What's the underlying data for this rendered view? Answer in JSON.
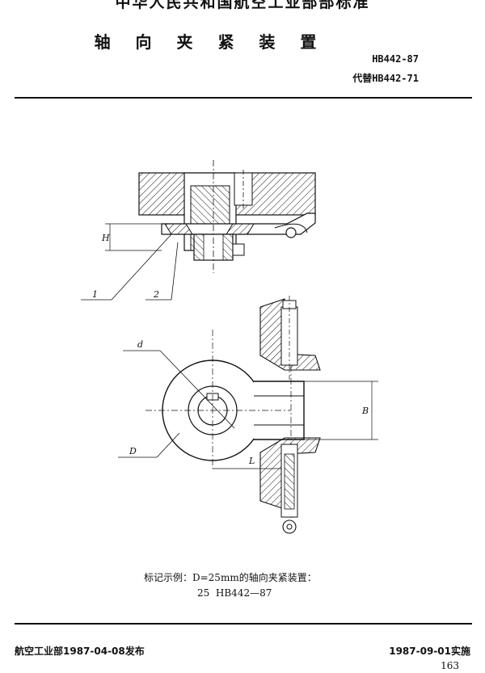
{
  "header": {
    "organization": "中华人民共和国航空工业部部标准",
    "title": "轴 向 夹 紧 装 置",
    "standard_no": "HB442-87",
    "replaces": "代替HB442-71"
  },
  "drawing": {
    "part_labels": [
      "1",
      "2"
    ],
    "dimension_labels": {
      "h": "H",
      "d_small": "d",
      "d_large": "D",
      "b": "B",
      "l": "L"
    }
  },
  "marking": {
    "example_line": "标记示例：D=25mm的轴向夹紧装置：",
    "code_line": "25  HB442—87"
  },
  "footer": {
    "issued": "航空工业部1987-04-08发布",
    "effective": "1987-09-01实施",
    "page_number": "163"
  }
}
